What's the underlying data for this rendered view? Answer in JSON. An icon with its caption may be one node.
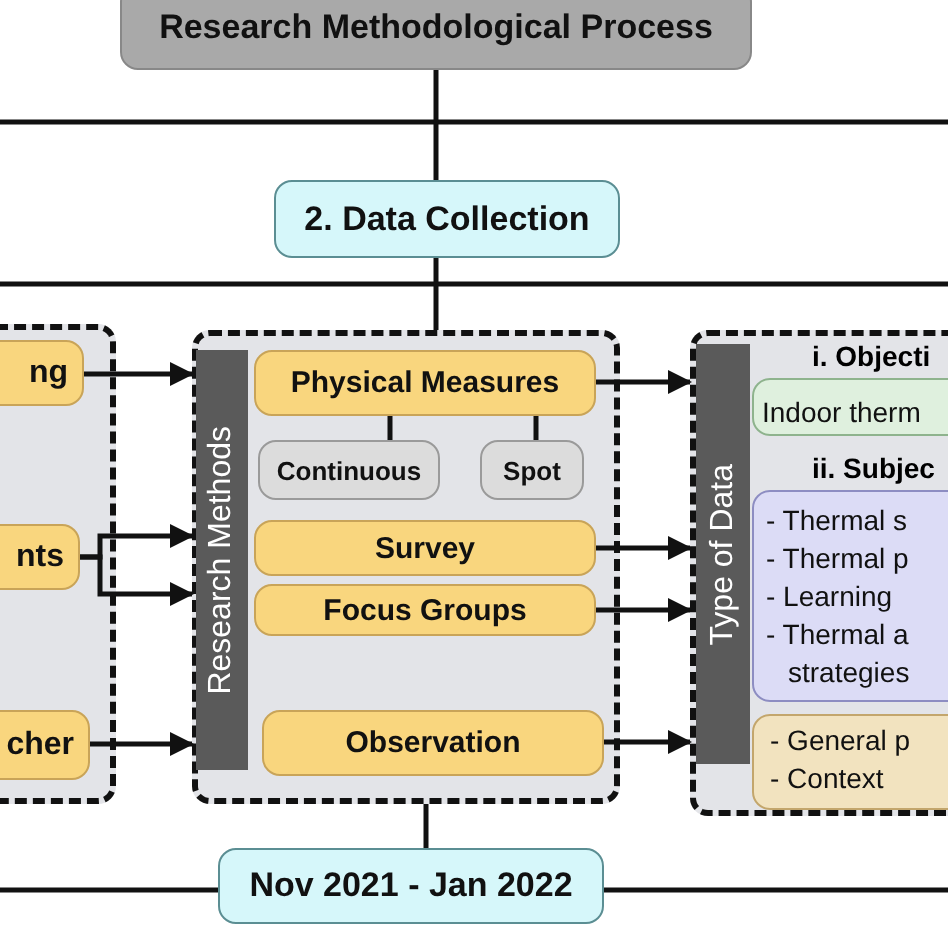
{
  "diagram": {
    "nodes": [
      {
        "text": [
          "Research Methodological Process"
        ]
      },
      {
        "text": [
          "2. Data Collection"
        ]
      },
      {
        "text": [],
        "shape": "box"
      },
      {
        "text": [
          "ng"
        ],
        "in": 2
      },
      {
        "text": [
          "nts"
        ],
        "in": 2
      },
      {
        "text": [
          "cher"
        ],
        "in": 2
      },
      {
        "text": [],
        "shape": "box"
      },
      {
        "text": [
          "Research Methods"
        ],
        "in": 6
      },
      {
        "text": [
          "Physical Measures"
        ],
        "in": 6
      },
      {
        "text": [
          "Continuous"
        ],
        "in": 6
      },
      {
        "text": [
          "Spot"
        ],
        "in": 6
      },
      {
        "text": [
          "Survey"
        ],
        "in": 6
      },
      {
        "text": [
          "Focus Groups"
        ],
        "in": 6
      },
      {
        "text": [
          "Observation"
        ],
        "in": 6
      },
      {
        "text": [],
        "shape": "box"
      },
      {
        "text": [
          "Type of Data"
        ],
        "in": 14
      },
      {
        "text": [
          "i. Objecti",
          "Indoor therm"
        ],
        "in": 14
      },
      {
        "text": [
          "ii. Subjec",
          "- Thermal s",
          "- Thermal p",
          "- Learning",
          "- Thermal a strategies"
        ],
        "in": 14
      },
      {
        "text": [
          "- General p",
          "- Context"
        ],
        "in": 14
      },
      {
        "text": [
          "Nov 2021 - Jan 2022"
        ]
      }
    ],
    "edges": [
      {
        "from": 0,
        "to": 1,
        "arrow": "none"
      },
      {
        "from": 1,
        "to": 6,
        "arrow": "none"
      },
      {
        "from": 6,
        "to": 19,
        "arrow": "none"
      },
      {
        "from": null,
        "to": 19,
        "arrow": "none"
      },
      {
        "from": 19,
        "to": null,
        "arrow": "none"
      },
      {
        "from": 3,
        "to": 6,
        "arrow": "to"
      },
      {
        "from": 4,
        "to": 6,
        "arrow": "to"
      },
      {
        "from": 4,
        "to": 6,
        "arrow": "to"
      },
      {
        "from": 5,
        "to": 6,
        "arrow": "to"
      },
      {
        "from": 8,
        "to": 9,
        "arrow": "none"
      },
      {
        "from": 8,
        "to": 10,
        "arrow": "none"
      },
      {
        "from": 8,
        "to": 14,
        "arrow": "to"
      },
      {
        "from": 11,
        "to": 14,
        "arrow": "to"
      },
      {
        "from": 12,
        "to": 14,
        "arrow": "to"
      },
      {
        "from": 13,
        "to": 14,
        "arrow": "to"
      }
    ]
  }
}
